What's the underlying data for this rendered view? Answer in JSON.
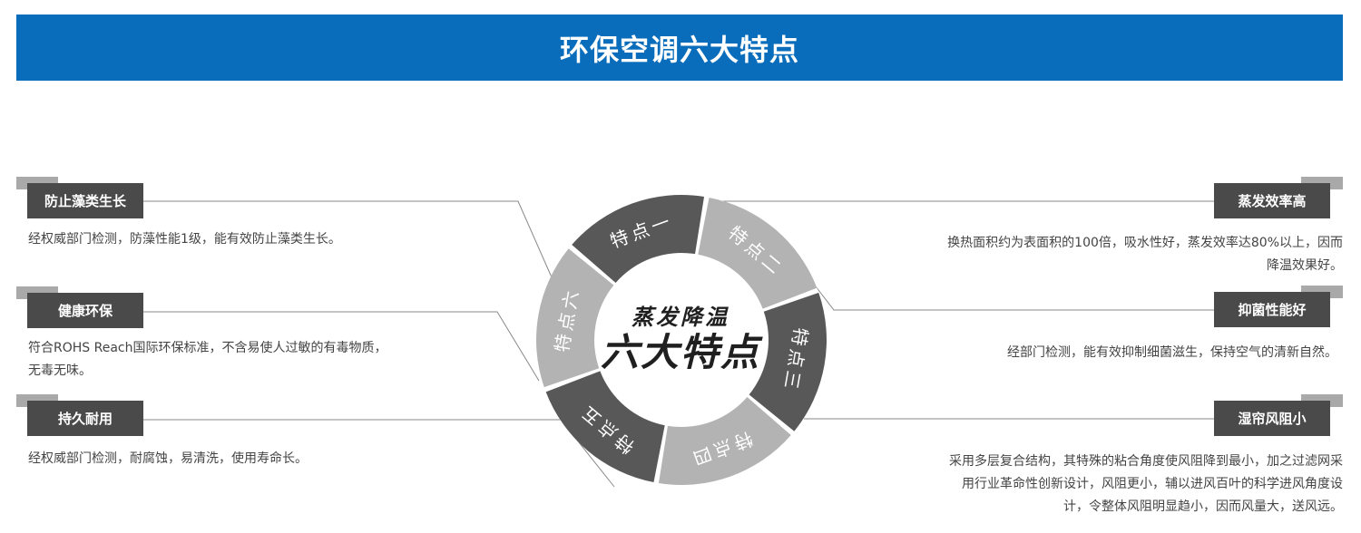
{
  "title": "环保空调六大特点",
  "center": {
    "line1": "蒸发降温",
    "line2": "六大特点"
  },
  "segments": [
    "特点一",
    "特点二",
    "特点三",
    "特点四",
    "特点五",
    "特点六"
  ],
  "features_left": [
    {
      "tag": "防止藻类生长",
      "desc": "经权威部门检测，防藻性能1级，能有效防止藻类生长。"
    },
    {
      "tag": "健康环保",
      "desc_lines": [
        "符合ROHS Reach国际环保标准，不含易使人过敏的有毒物质，",
        "无毒无味。"
      ]
    },
    {
      "tag": "持久耐用",
      "desc": "经权威部门检测，耐腐蚀，易清洗，使用寿命长。"
    }
  ],
  "features_right": [
    {
      "tag": "蒸发效率高",
      "desc_lines": [
        "换热面积约为表面积的100倍，吸水性好，蒸发效率达80%以上，因而",
        "降温效果好。"
      ]
    },
    {
      "tag": "抑菌性能好",
      "desc": "经部门检测，能有效抑制细菌滋生，保持空气的清新自然。"
    },
    {
      "tag": "湿帘风阻小",
      "desc_lines": [
        "采用多层复合结构，其特殊的粘合角度使风阻降到最小，加之过滤网采",
        "用行业革命性创新设计，风阻更小，辅以进风百叶的科学进风角度设",
        "计，令整体风阻明显趋小，因而风量大，送风远。"
      ]
    }
  ],
  "colors": {
    "banner": "#0a6dbb",
    "tag": "#4a4a4a",
    "accent": "#a9a9a9",
    "ring_dark": "#585858",
    "ring_light": "#b3b3b3"
  }
}
